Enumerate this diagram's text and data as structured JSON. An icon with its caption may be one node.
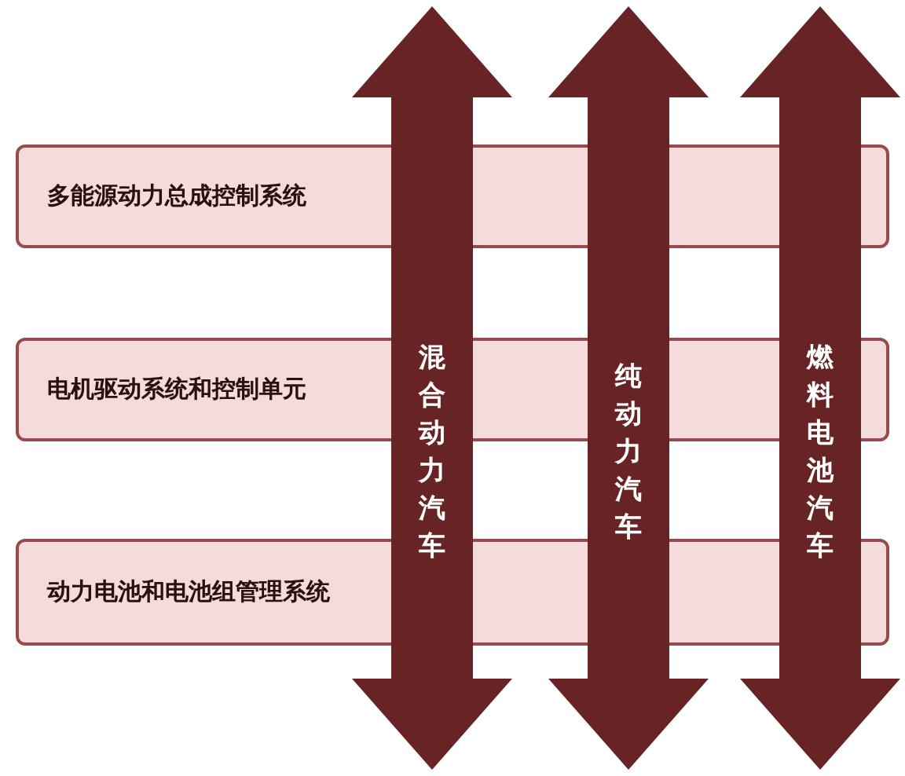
{
  "diagram": {
    "nodes": [
      {
        "text": [
          "多能源动力总成控制系统"
        ]
      },
      {
        "text": [
          "电机驱动系统和控制单元"
        ]
      },
      {
        "text": [
          "动力电池和电池组管理系统"
        ]
      },
      {
        "text": [
          "混合动力汽车"
        ]
      },
      {
        "text": [
          "纯动力汽车"
        ]
      },
      {
        "text": [
          "燃料电池汽车"
        ]
      }
    ]
  }
}
